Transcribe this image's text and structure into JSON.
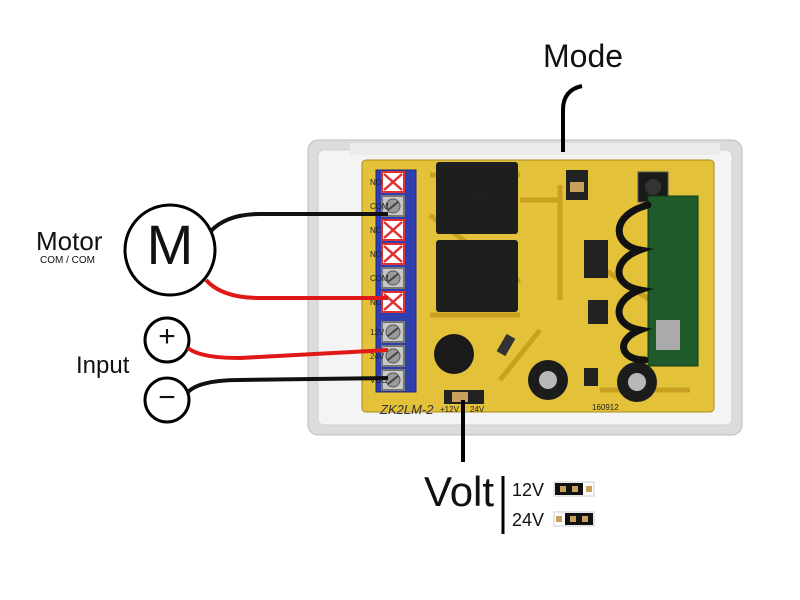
{
  "labels": {
    "mode": "Mode",
    "motor": "Motor",
    "motor_sub": "COM / COM",
    "motor_symbol": "M",
    "input": "Input",
    "plus": "+",
    "minus": "−",
    "volt": "Volt",
    "jumper_12v": "12V",
    "jumper_24v": "24V"
  },
  "board": {
    "model": "ZK2LM-2",
    "terminals": [
      "NO",
      "COM",
      "NC",
      "NO",
      "COM",
      "NC",
      "12V",
      "24V",
      "VCC"
    ],
    "volt_jumper_marks": [
      "+12V",
      "24V"
    ],
    "date_code": "160912"
  },
  "colors": {
    "pcb": "#e3c23a",
    "terminal_block": "#2f3fae",
    "wire_red": "#e01818",
    "wire_black": "#111111",
    "disabled_terminal": "#e03030"
  }
}
